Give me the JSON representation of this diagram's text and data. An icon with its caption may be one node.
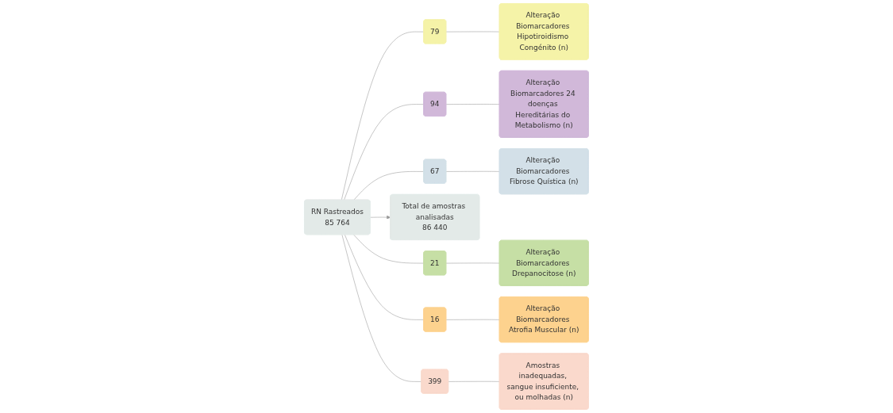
{
  "diagram": {
    "nodes": [
      {
        "text": [
          "Alteração Biomarcadores Hipotiroidismo Congénito (n)"
        ]
      },
      {
        "text": [
          "Alteração Biomarcadores Fibrose Quística (n)"
        ]
      },
      {
        "text": [
          "Alteração Biomarcadores Atrofia Muscular (n)"
        ]
      },
      {
        "text": [
          "79"
        ]
      },
      {
        "text": [
          "67"
        ]
      },
      {
        "text": [
          "16"
        ]
      },
      {
        "text": [
          "RN Rastreados",
          "85 764"
        ]
      },
      {
        "text": [
          "Total de amostras analisadas",
          "86 440"
        ]
      },
      {
        "text": [
          "94"
        ]
      },
      {
        "text": [
          "21"
        ]
      },
      {
        "text": [
          "399"
        ]
      },
      {
        "text": [
          "Alteração Biomarcadores 24 doenças Hereditárias do Metabolismo (n)"
        ]
      },
      {
        "text": [
          "Alteração Biomarcadores Drepanocitose (n)"
        ]
      },
      {
        "text": [
          "Amostras inadequadas, sangue insuficiente, ou molhadas (n)"
        ]
      }
    ],
    "edges": [
      {
        "from": 3,
        "to": 0,
        "arrow": "none"
      },
      {
        "from": 4,
        "to": 1,
        "arrow": "none"
      },
      {
        "from": 5,
        "to": 2,
        "arrow": "none"
      },
      {
        "from": 6,
        "to": 3,
        "arrow": "none"
      },
      {
        "from": 6,
        "to": 8,
        "arrow": "none"
      },
      {
        "from": 6,
        "to": 4,
        "arrow": "none"
      },
      {
        "from": 6,
        "to": 9,
        "arrow": "none"
      },
      {
        "from": 6,
        "to": 5,
        "arrow": "none"
      },
      {
        "from": 6,
        "to": 10,
        "arrow": "none"
      },
      {
        "from": 6,
        "to": 7,
        "arrow": "to"
      },
      {
        "from": 8,
        "to": 11,
        "arrow": "none"
      },
      {
        "from": 9,
        "to": 12,
        "arrow": "none"
      },
      {
        "from": 10,
        "to": 13,
        "arrow": "none"
      }
    ]
  }
}
